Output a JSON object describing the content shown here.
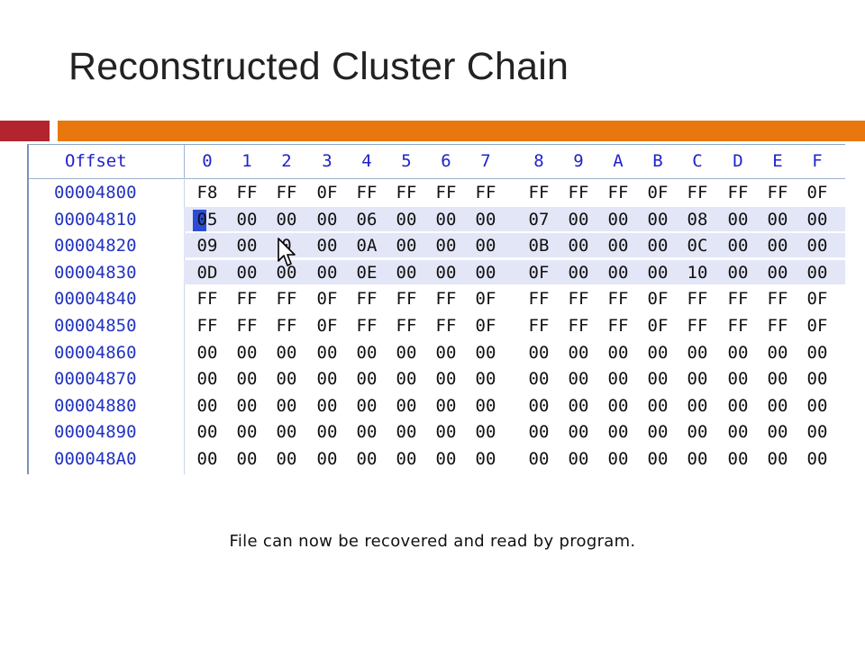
{
  "slide": {
    "title": "Reconstructed Cluster Chain",
    "caption": "File can now be recovered and read by program."
  },
  "colors": {
    "accent_red": "#b2252e",
    "accent_orange": "#e8770e",
    "offset_blue": "#2233c2",
    "highlight": "#e3e6f7"
  },
  "hex_editor": {
    "offset_header": "Offset",
    "column_headers": [
      "0",
      "1",
      "2",
      "3",
      "4",
      "5",
      "6",
      "7",
      "8",
      "9",
      "A",
      "B",
      "C",
      "D",
      "E",
      "F"
    ],
    "rows": [
      {
        "offset": "00004800",
        "bytes": [
          "F8",
          "FF",
          "FF",
          "0F",
          "FF",
          "FF",
          "FF",
          "FF",
          "FF",
          "FF",
          "FF",
          "0F",
          "FF",
          "FF",
          "FF",
          "0F"
        ],
        "highlighted": false
      },
      {
        "offset": "00004810",
        "bytes": [
          "05",
          "00",
          "00",
          "00",
          "06",
          "00",
          "00",
          "00",
          "07",
          "00",
          "00",
          "00",
          "08",
          "00",
          "00",
          "00"
        ],
        "highlighted": true
      },
      {
        "offset": "00004820",
        "bytes": [
          "09",
          "00",
          "0",
          "00",
          "0A",
          "00",
          "00",
          "00",
          "0B",
          "00",
          "00",
          "00",
          "0C",
          "00",
          "00",
          "00"
        ],
        "highlighted": true
      },
      {
        "offset": "00004830",
        "bytes": [
          "0D",
          "00",
          "00",
          "00",
          "0E",
          "00",
          "00",
          "00",
          "0F",
          "00",
          "00",
          "00",
          "10",
          "00",
          "00",
          "00"
        ],
        "highlighted": true
      },
      {
        "offset": "00004840",
        "bytes": [
          "FF",
          "FF",
          "FF",
          "0F",
          "FF",
          "FF",
          "FF",
          "0F",
          "FF",
          "FF",
          "FF",
          "0F",
          "FF",
          "FF",
          "FF",
          "0F"
        ],
        "highlighted": false
      },
      {
        "offset": "00004850",
        "bytes": [
          "FF",
          "FF",
          "FF",
          "0F",
          "FF",
          "FF",
          "FF",
          "0F",
          "FF",
          "FF",
          "FF",
          "0F",
          "FF",
          "FF",
          "FF",
          "0F"
        ],
        "highlighted": false
      },
      {
        "offset": "00004860",
        "bytes": [
          "00",
          "00",
          "00",
          "00",
          "00",
          "00",
          "00",
          "00",
          "00",
          "00",
          "00",
          "00",
          "00",
          "00",
          "00",
          "00"
        ],
        "highlighted": false
      },
      {
        "offset": "00004870",
        "bytes": [
          "00",
          "00",
          "00",
          "00",
          "00",
          "00",
          "00",
          "00",
          "00",
          "00",
          "00",
          "00",
          "00",
          "00",
          "00",
          "00"
        ],
        "highlighted": false
      },
      {
        "offset": "00004880",
        "bytes": [
          "00",
          "00",
          "00",
          "00",
          "00",
          "00",
          "00",
          "00",
          "00",
          "00",
          "00",
          "00",
          "00",
          "00",
          "00",
          "00"
        ],
        "highlighted": false
      },
      {
        "offset": "00004890",
        "bytes": [
          "00",
          "00",
          "00",
          "00",
          "00",
          "00",
          "00",
          "00",
          "00",
          "00",
          "00",
          "00",
          "00",
          "00",
          "00",
          "00"
        ],
        "highlighted": false
      },
      {
        "offset": "000048A0",
        "bytes": [
          "00",
          "00",
          "00",
          "00",
          "00",
          "00",
          "00",
          "00",
          "00",
          "00",
          "00",
          "00",
          "00",
          "00",
          "00",
          "00"
        ],
        "highlighted": false
      }
    ],
    "selected_cell": {
      "row": 1,
      "col": 0
    },
    "pointer_icon": "mouse-pointer-icon"
  }
}
